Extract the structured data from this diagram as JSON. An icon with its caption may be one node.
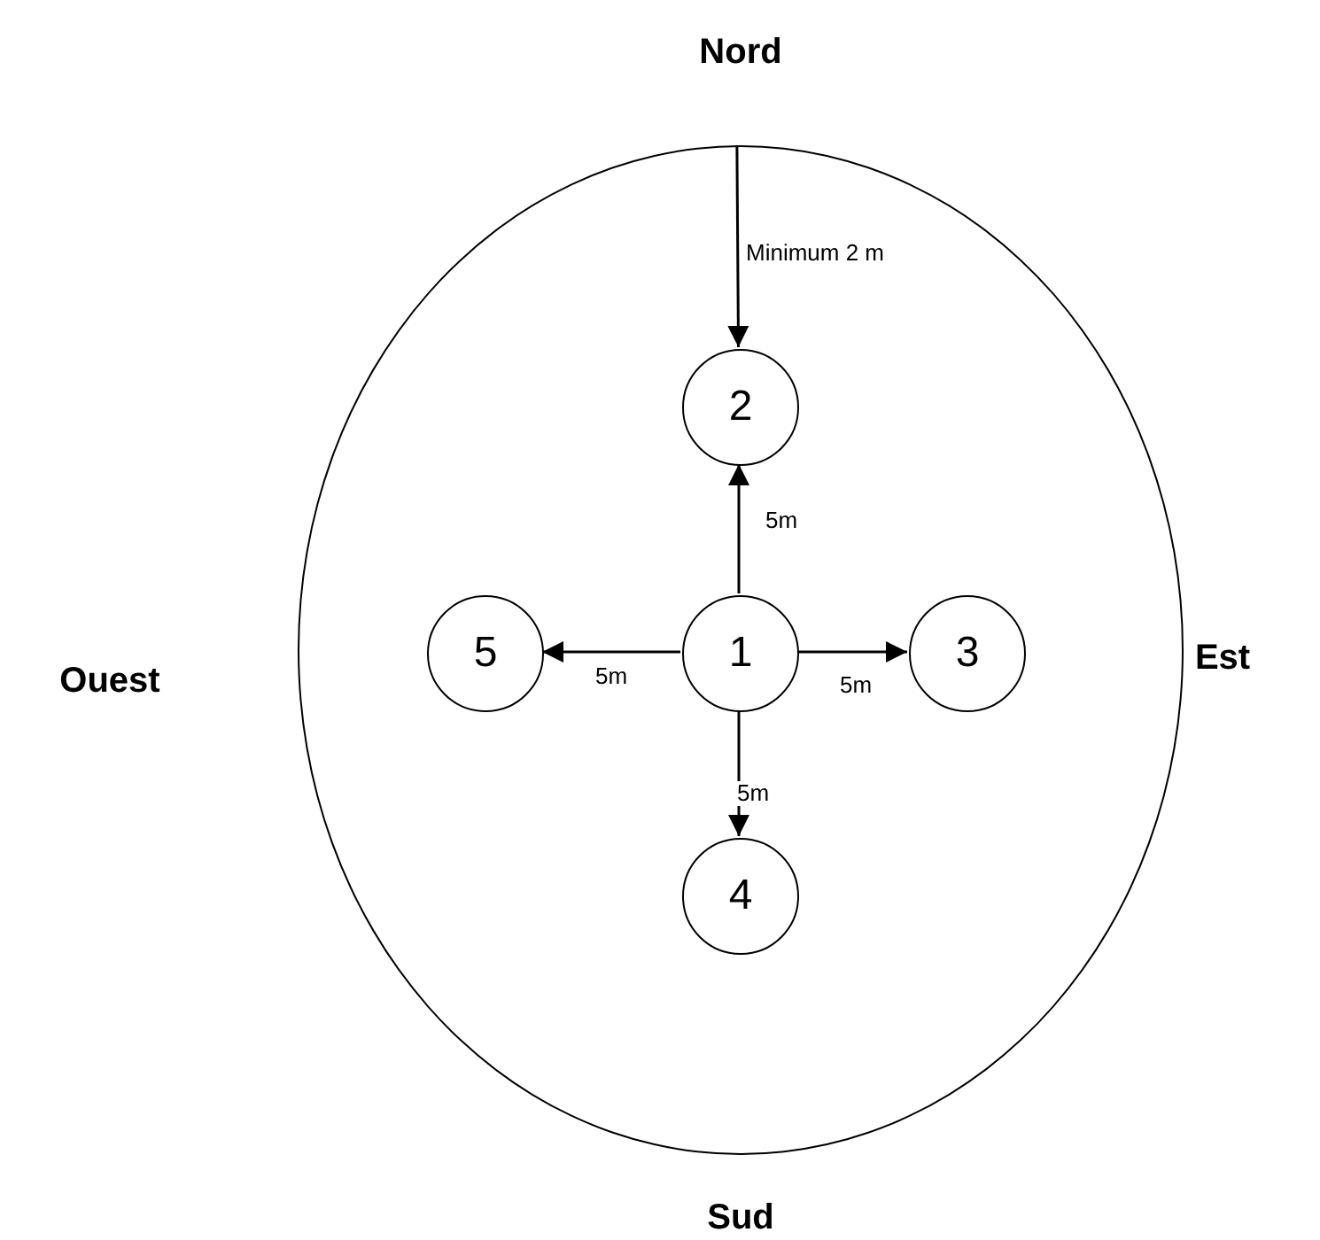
{
  "diagram": {
    "nodes": [
      {
        "text": [],
        "shape": "circle"
      },
      {
        "text": [
          "2"
        ],
        "in": 0
      },
      {
        "text": [
          "5"
        ],
        "in": 0
      },
      {
        "text": [
          "1"
        ],
        "in": 0
      },
      {
        "text": [
          "3"
        ],
        "in": 0
      },
      {
        "text": [
          "4"
        ],
        "in": 0
      }
    ],
    "edges": [
      {
        "from": 0,
        "to": 1,
        "arrow": "to",
        "label": "Minimum 2 m"
      },
      {
        "from": 3,
        "to": 1,
        "arrow": "to",
        "label": "5m"
      },
      {
        "from": 3,
        "to": 2,
        "arrow": "to",
        "label": "5m"
      },
      {
        "from": 3,
        "to": 4,
        "arrow": "to",
        "label": "5m"
      },
      {
        "from": 3,
        "to": 5,
        "arrow": "to",
        "label": "5m"
      }
    ],
    "labels": [
      "Nord",
      "Ouest",
      "Est",
      "Sud"
    ]
  }
}
